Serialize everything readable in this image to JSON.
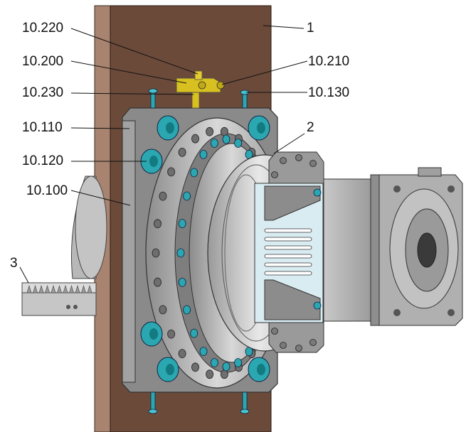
{
  "labels": {
    "l_10_220": "10.220",
    "l_10_200": "10.200",
    "l_10_230": "10.230",
    "l_10_110": "10.110",
    "l_10_120": "10.120",
    "l_10_100": "10.100",
    "l_3": "3",
    "l_1": "1",
    "l_10_210": "10.210",
    "l_10_130": "10.130",
    "l_2": "2"
  },
  "colors": {
    "wood_panel": "#6b4a3a",
    "wood_edge": "#a88470",
    "screw_teal": "#2aa7b0",
    "valve_yellow": "#d8c020",
    "steel_gray": "#b4b4b4",
    "dark_plate": "#8a8a8a"
  }
}
